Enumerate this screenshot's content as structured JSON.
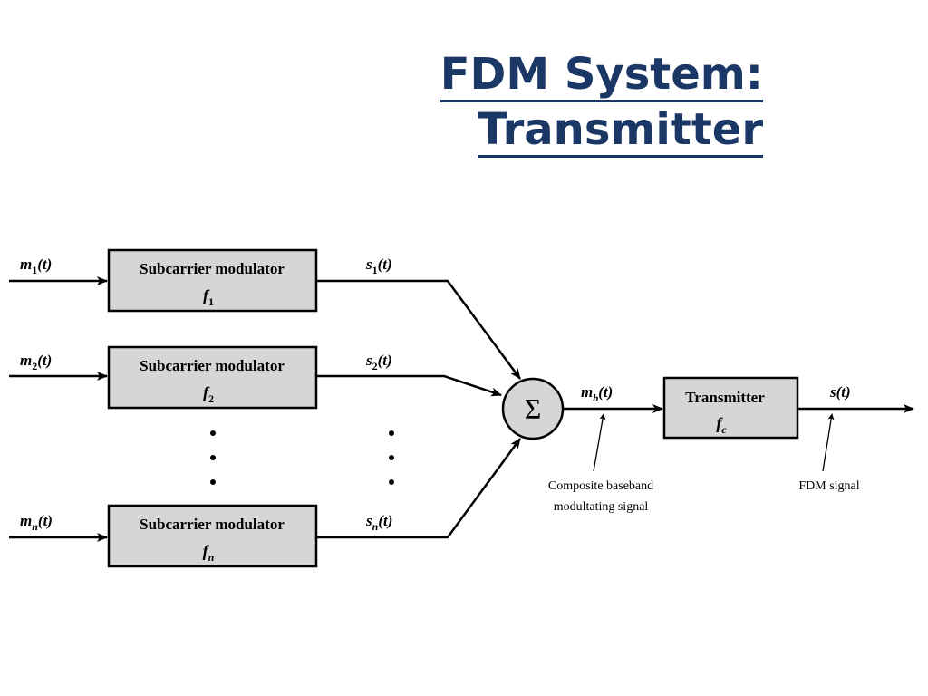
{
  "title": {
    "line1": "FDM System:",
    "line2": "Transmitter"
  },
  "inputs": [
    {
      "name": "m",
      "sub": "1",
      "arg": "(t)"
    },
    {
      "name": "m",
      "sub": "2",
      "arg": "(t)"
    },
    {
      "name": "m",
      "sub": "n",
      "arg": "(t)"
    }
  ],
  "modulators": [
    {
      "label": "Subcarrier modulator",
      "freq": "f",
      "sub": "1"
    },
    {
      "label": "Subcarrier modulator",
      "freq": "f",
      "sub": "2"
    },
    {
      "label": "Subcarrier modulator",
      "freq": "f",
      "sub": "n"
    }
  ],
  "outputs": [
    {
      "name": "s",
      "sub": "1",
      "arg": "(t)"
    },
    {
      "name": "s",
      "sub": "2",
      "arg": "(t)"
    },
    {
      "name": "s",
      "sub": "n",
      "arg": "(t)"
    }
  ],
  "summer": {
    "symbol": "Σ"
  },
  "baseband": {
    "name": "m",
    "sub": "b",
    "arg": "(t)"
  },
  "transmitter": {
    "label": "Transmitter",
    "freq": "f",
    "sub": "c"
  },
  "output_signal": {
    "name": "s",
    "arg": "(t)"
  },
  "annotations": {
    "composite_line1": "Composite baseband",
    "composite_line2": "modultating signal",
    "fdm": "FDM signal"
  },
  "colors": {
    "title": "#1b3766",
    "box_fill": "#d6d6d6",
    "line": "#000000"
  }
}
